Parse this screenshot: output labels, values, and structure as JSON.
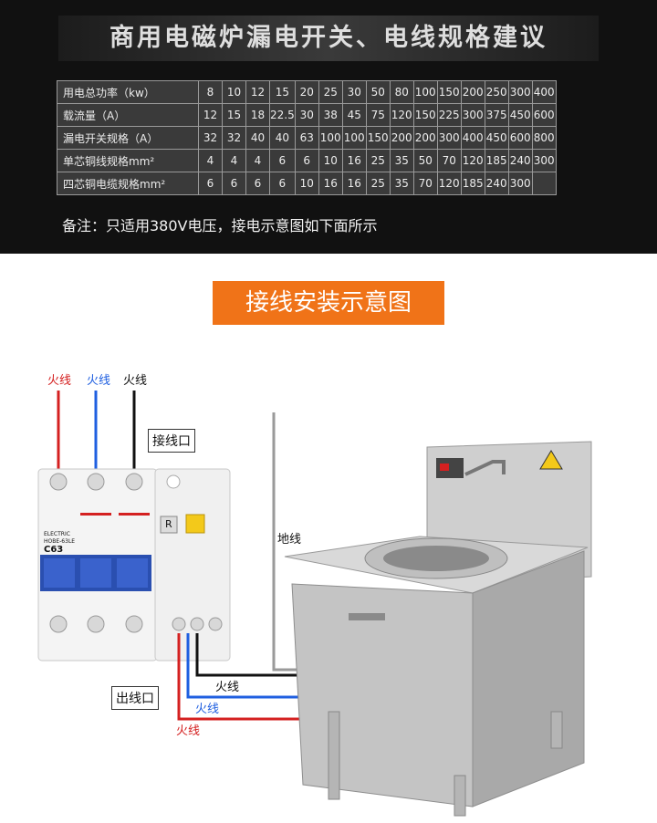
{
  "title": "商用电磁炉漏电开关、电线规格建议",
  "table": {
    "rows": [
      {
        "label": "用电总功率（kw）",
        "cells": [
          "8",
          "10",
          "12",
          "15",
          "20",
          "25",
          "30",
          "50",
          "80",
          "100",
          "150",
          "200",
          "250",
          "300",
          "400"
        ]
      },
      {
        "label": "载流量（A）",
        "cells": [
          "12",
          "15",
          "18",
          "22.5",
          "30",
          "38",
          "45",
          "75",
          "120",
          "150",
          "225",
          "300",
          "375",
          "450",
          "600"
        ]
      },
      {
        "label": "漏电开关规格（A）",
        "cells": [
          "32",
          "32",
          "40",
          "40",
          "63",
          "100",
          "100",
          "150",
          "200",
          "200",
          "300",
          "400",
          "450",
          "600",
          "800"
        ]
      },
      {
        "label": "单芯铜线规格mm²",
        "cells": [
          "4",
          "4",
          "4",
          "6",
          "6",
          "10",
          "16",
          "25",
          "35",
          "50",
          "70",
          "120",
          "185",
          "240",
          "300"
        ]
      },
      {
        "label": "四芯铜电缆规格mm²",
        "cells": [
          "6",
          "6",
          "6",
          "6",
          "10",
          "16",
          "16",
          "25",
          "35",
          "70",
          "120",
          "185",
          "240",
          "300",
          ""
        ]
      }
    ]
  },
  "note": "备注：只适用380V电压，接电示意图如下面所示",
  "diagram": {
    "section_title": "接线安装示意图",
    "top_wire_labels": [
      "火线",
      "火线",
      "火线"
    ],
    "inlet_label": "接线口",
    "outlet_label": "出线口",
    "ground_label": "地线",
    "bottom_wire_labels": [
      "火线",
      "火线",
      "火线"
    ],
    "breaker": {
      "brand": "ELECTRIC",
      "model": "HOBE-63LE",
      "rating": "C63",
      "reset_key": "R"
    }
  },
  "colors": {
    "red_wire": "#d42020",
    "blue_wire": "#1f5fe0",
    "black_wire": "#111111",
    "accent": "#f07318"
  }
}
